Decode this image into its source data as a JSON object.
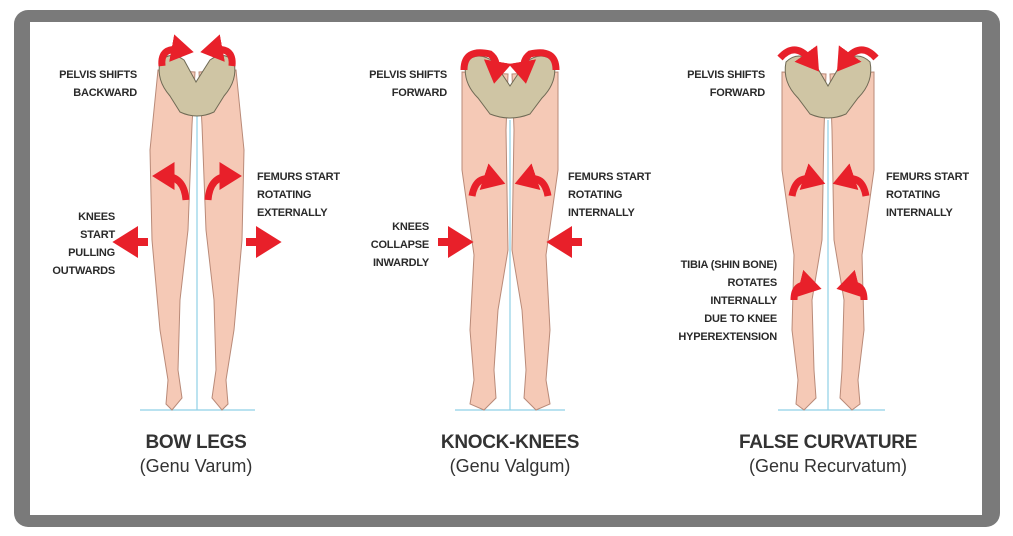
{
  "colors": {
    "frame": "#7a7a7a",
    "skin": "#f5c9b6",
    "skin_outline": "#b98a78",
    "bone": "#cfc5a4",
    "arrow": "#e8202a",
    "axis": "#8fd0e6"
  },
  "panels": [
    {
      "title": "BOW LEGS",
      "subtitle": "(Genu Varum)",
      "labels": {
        "pelvis": [
          "PELVIS SHIFTS",
          "BACKWARD"
        ],
        "femurs": [
          "FEMURS START",
          "ROTATING",
          "EXTERNALLY"
        ],
        "knees": [
          "KNEES",
          "START",
          "PULLING",
          "OUTWARDS"
        ]
      }
    },
    {
      "title": "KNOCK-KNEES",
      "subtitle": "(Genu Valgum)",
      "labels": {
        "pelvis": [
          "PELVIS SHIFTS",
          "FORWARD"
        ],
        "femurs": [
          "FEMURS START",
          "ROTATING",
          "INTERNALLY"
        ],
        "knees": [
          "KNEES",
          "COLLAPSE",
          "INWARDLY"
        ]
      }
    },
    {
      "title": "FALSE CURVATURE",
      "subtitle": "(Genu Recurvatum)",
      "labels": {
        "pelvis": [
          "PELVIS SHIFTS",
          "FORWARD"
        ],
        "femurs": [
          "FEMURS START",
          "ROTATING",
          "INTERNALLY"
        ],
        "tibia": [
          "TIBIA (SHIN BONE)",
          "ROTATES",
          "INTERNALLY",
          "DUE TO KNEE",
          "HYPEREXTENSION"
        ]
      }
    }
  ]
}
